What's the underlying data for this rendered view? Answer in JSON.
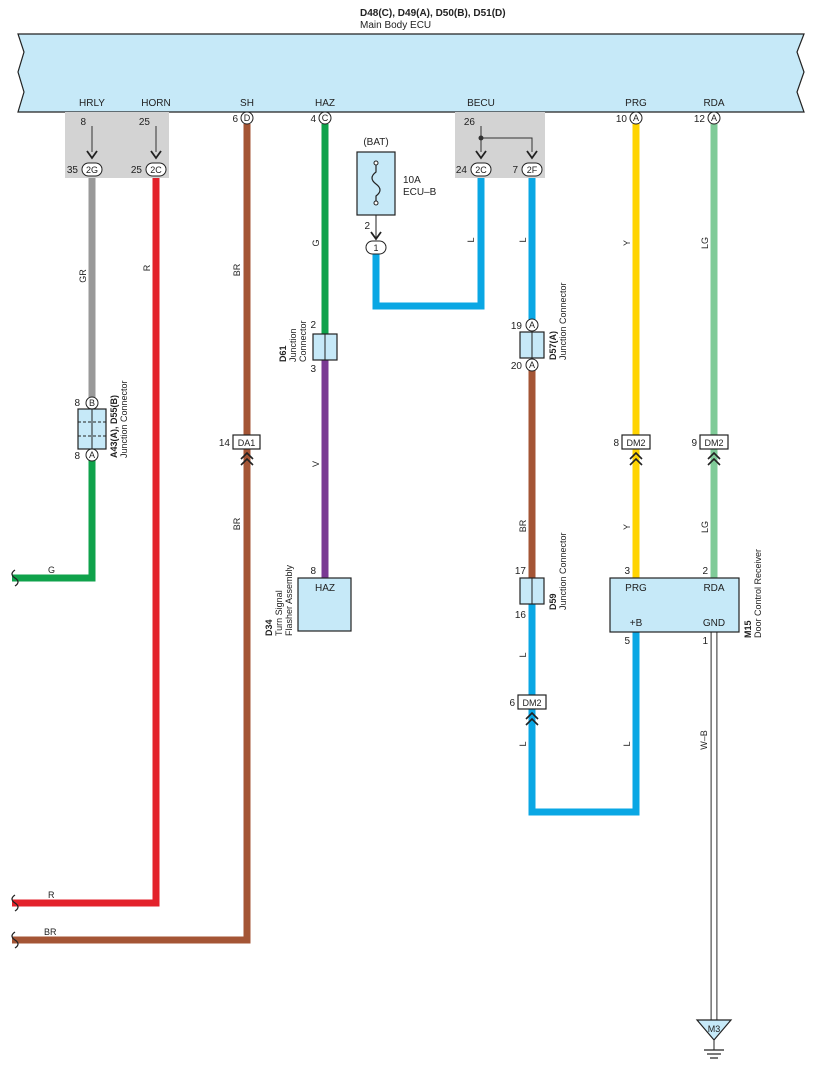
{
  "header": {
    "ecu_connectors": "D48(C), D49(A), D50(B), D51(D)",
    "ecu_name": "Main Body ECU"
  },
  "ecu_terminals": {
    "hrly": "HRLY",
    "horn": "HORN",
    "sh": "SH",
    "haz": "HAZ",
    "becu": "BECU",
    "prg": "PRG",
    "rda": "RDA"
  },
  "ecu_pins": {
    "hrly": "8",
    "horn": "25",
    "sh": "6",
    "sh_conn": "D",
    "haz": "4",
    "haz_conn": "C",
    "becu": "26",
    "prg": "10",
    "prg_conn": "A",
    "rda": "12",
    "rda_conn": "A"
  },
  "junction_block": {
    "hrly_pin": "35",
    "hrly_conn": "2G",
    "horn_pin": "25",
    "horn_conn": "2C",
    "becu_a_pin": "24",
    "becu_a_conn": "2C",
    "becu_b_pin": "7",
    "becu_b_conn": "2F"
  },
  "fuse": {
    "source": "(BAT)",
    "rating": "10A",
    "name": "ECU–B",
    "pin": "2",
    "conn": "1"
  },
  "wire_colors": {
    "gr": "GR",
    "r": "R",
    "br": "BR",
    "g": "G",
    "l": "L",
    "y": "Y",
    "lg": "LG",
    "v": "V",
    "wb": "W–B"
  },
  "connectors": {
    "a43": {
      "id": "A43(A), D55(B)",
      "name": "Junction Connector",
      "pin_top": "8",
      "conn_top": "B",
      "pin_bottom": "8",
      "conn_bottom": "A"
    },
    "d61": {
      "id": "D61",
      "name1": "Junction",
      "name2": "Connector",
      "pin_top": "2",
      "pin_bottom": "3"
    },
    "d57": {
      "id": "D57(A)",
      "name": "Junction Connector",
      "pin_top": "19",
      "conn_top": "A",
      "pin_bottom": "20",
      "conn_bottom": "A"
    },
    "d59": {
      "id": "D59",
      "name": "Junction Connector",
      "pin_top": "17",
      "pin_bottom": "16"
    },
    "da1": {
      "pin": "14",
      "conn": "DA1"
    },
    "dm2_prg": {
      "pin": "8",
      "conn": "DM2"
    },
    "dm2_rda": {
      "pin": "9",
      "conn": "DM2"
    },
    "dm2_l": {
      "pin": "6",
      "conn": "DM2"
    }
  },
  "d34": {
    "id": "D34",
    "name1": "Turn Signal",
    "name2": "Flasher Assembly",
    "pin": "8",
    "terminal": "HAZ"
  },
  "m15": {
    "id": "M15",
    "name": "Door Control Receiver",
    "prg_pin": "3",
    "rda_pin": "2",
    "b_pin": "5",
    "gnd_pin": "1",
    "prg": "PRG",
    "rda": "RDA",
    "b": "+B",
    "gnd": "GND"
  },
  "ground": {
    "label": "M3"
  },
  "colors": {
    "ecu_fill": "#c6e9f8",
    "junction_block_fill": "#d3d3d3",
    "component_fill": "#c6e9f8",
    "wire_gray": "#999999",
    "wire_red": "#e3222b",
    "wire_brown": "#a45535",
    "wire_green": "#0fa24b",
    "wire_blue": "#0aa7e4",
    "wire_yellow": "#ffd400",
    "wire_light_green": "#7fcb98",
    "wire_violet": "#7a3a93",
    "wire_white": "#ffffff"
  }
}
